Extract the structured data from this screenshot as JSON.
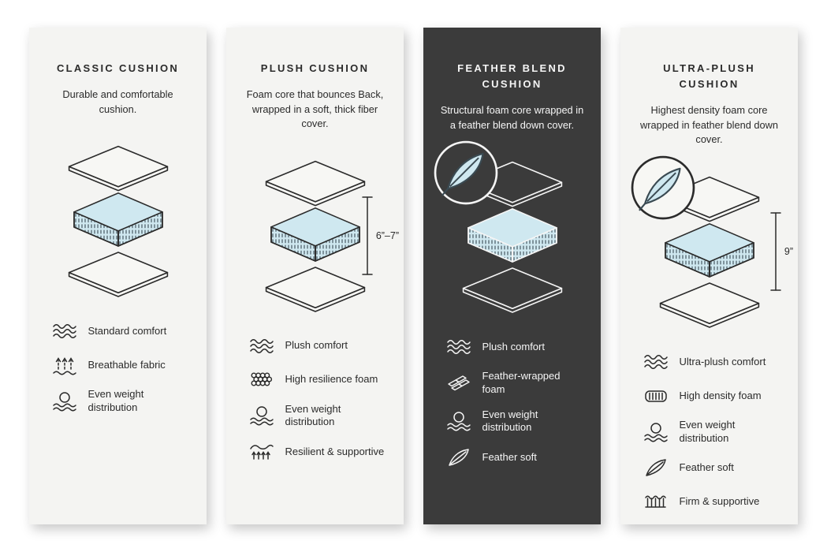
{
  "colors": {
    "page_background": "#ffffff",
    "light_card_background": "#f4f4f2",
    "dark_card_background": "#3b3b3b",
    "foam_fill": "#cfe8f0",
    "line_ink": "#2b2b2b"
  },
  "cards": [
    {
      "id": "classic-cushion",
      "theme": "light",
      "title": "CLASSIC CUSHION",
      "description": "Durable and comfortable cushion.",
      "has_feather_badge": false,
      "measurement": null,
      "features": [
        {
          "icon": "waves-icon",
          "label": "Standard comfort"
        },
        {
          "icon": "breathable-fabric-icon",
          "label": "Breathable fabric"
        },
        {
          "icon": "even-weight-distribution-icon",
          "label": "Even weight distribution"
        }
      ]
    },
    {
      "id": "plush-cushion",
      "theme": "light",
      "title": "PLUSH CUSHION",
      "description": "Foam core that bounces Back, wrapped in a soft, thick fiber cover.",
      "has_feather_badge": false,
      "measurement": "6”–7”",
      "features": [
        {
          "icon": "waves-icon",
          "label": "Plush comfort"
        },
        {
          "icon": "high-resilience-foam-icon",
          "label": "High resilience foam"
        },
        {
          "icon": "even-weight-distribution-icon",
          "label": "Even weight distribution"
        },
        {
          "icon": "resilient-supportive-icon",
          "label": "Resilient & supportive"
        }
      ]
    },
    {
      "id": "feather-blend-cushion",
      "theme": "dark",
      "title": "FEATHER BLEND CUSHION",
      "description": "Structural foam core wrapped in a feather blend down cover.",
      "has_feather_badge": true,
      "measurement": null,
      "features": [
        {
          "icon": "waves-icon",
          "label": "Plush comfort"
        },
        {
          "icon": "feather-wrapped-foam-icon",
          "label": "Feather-wrapped foam"
        },
        {
          "icon": "even-weight-distribution-icon",
          "label": "Even weight distribution"
        },
        {
          "icon": "feather-icon",
          "label": "Feather soft"
        }
      ]
    },
    {
      "id": "ultra-plush-cushion",
      "theme": "light",
      "title": "ULTRA-PLUSH CUSHION",
      "description": "Highest density foam core wrapped in feather blend down cover.",
      "has_feather_badge": true,
      "measurement": "9”",
      "features": [
        {
          "icon": "waves-icon",
          "label": "Ultra-plush comfort"
        },
        {
          "icon": "high-density-foam-icon",
          "label": "High density foam"
        },
        {
          "icon": "even-weight-distribution-icon",
          "label": "Even weight distribution"
        },
        {
          "icon": "feather-icon",
          "label": "Feather soft"
        },
        {
          "icon": "firm-supportive-icon",
          "label": "Firm & supportive"
        }
      ]
    }
  ]
}
